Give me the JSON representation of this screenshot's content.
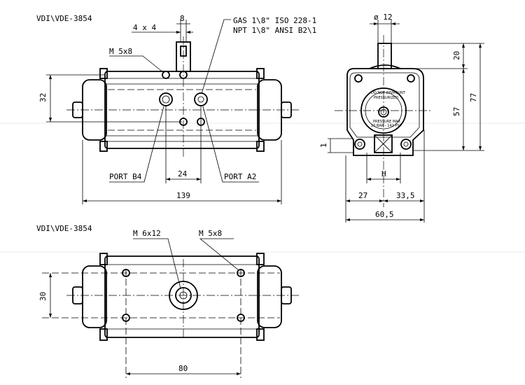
{
  "header_label_top": "VDI\\VDE-3854",
  "header_label_bottom": "VDI\\VDE-3854",
  "dimensions": {
    "keyway": "4 x 4",
    "shaft_width": "8",
    "thread_m5_top": "M 5x8",
    "gas_line": "GAS 1\\8\" ISO 228-1",
    "npt_line": "NPT 1\\8\" ANSI B2\\1",
    "height_32": "32",
    "port_b": "PORT B4",
    "port_a": "PORT A2",
    "port_spacing": "24",
    "overall_length": "139",
    "shaft_diameter": "ø 12",
    "shaft_height": "20",
    "height_57": "57",
    "height_77": "77",
    "small_1": "1",
    "h_label": "H",
    "left_27": "27",
    "right_33_5": "33,5",
    "width_60_5": "60,5",
    "thread_m6": "M 6x12",
    "thread_m5_bottom": "M 5x8",
    "height_30": "30",
    "bolt_spacing_80": "80"
  },
  "endcap_text": {
    "line1": "DO NOT DISMOUNT",
    "line2": "PRESSURIZED",
    "line3": "PRESSURE MAX",
    "line4": "10 BAR - 142 PSI"
  }
}
